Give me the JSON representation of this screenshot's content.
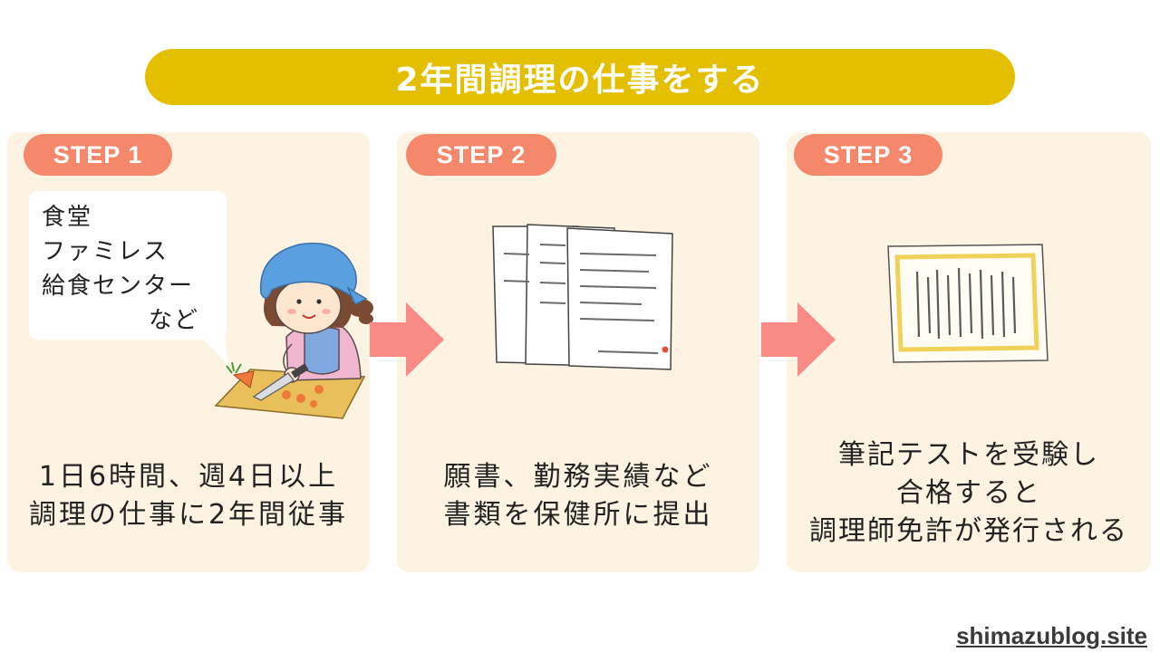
{
  "title": "2年間調理の仕事をする",
  "steps": [
    {
      "label": "STEP 1",
      "bubble": [
        "食堂",
        "ファミレス",
        "給食センター",
        "など"
      ],
      "lines": [
        "1日6時間、週4日以上",
        "調理の仕事に2年間従事"
      ]
    },
    {
      "label": "STEP 2",
      "lines": [
        "願書、勤務実績など",
        "書類を保健所に提出"
      ]
    },
    {
      "label": "STEP 3",
      "lines": [
        "筆記テストを受験し",
        "合格すると",
        "調理師免許が発行される"
      ]
    }
  ],
  "footer": "shimazublog.site",
  "colors": {
    "title_bg": "#e3bf00",
    "card_bg": "#fdf3e2",
    "step_pill": "#f5876a",
    "arrow": "#f98a86"
  },
  "icons": [
    "cook-illustration",
    "documents-illustration",
    "certificate-illustration",
    "right-arrow-icon"
  ]
}
